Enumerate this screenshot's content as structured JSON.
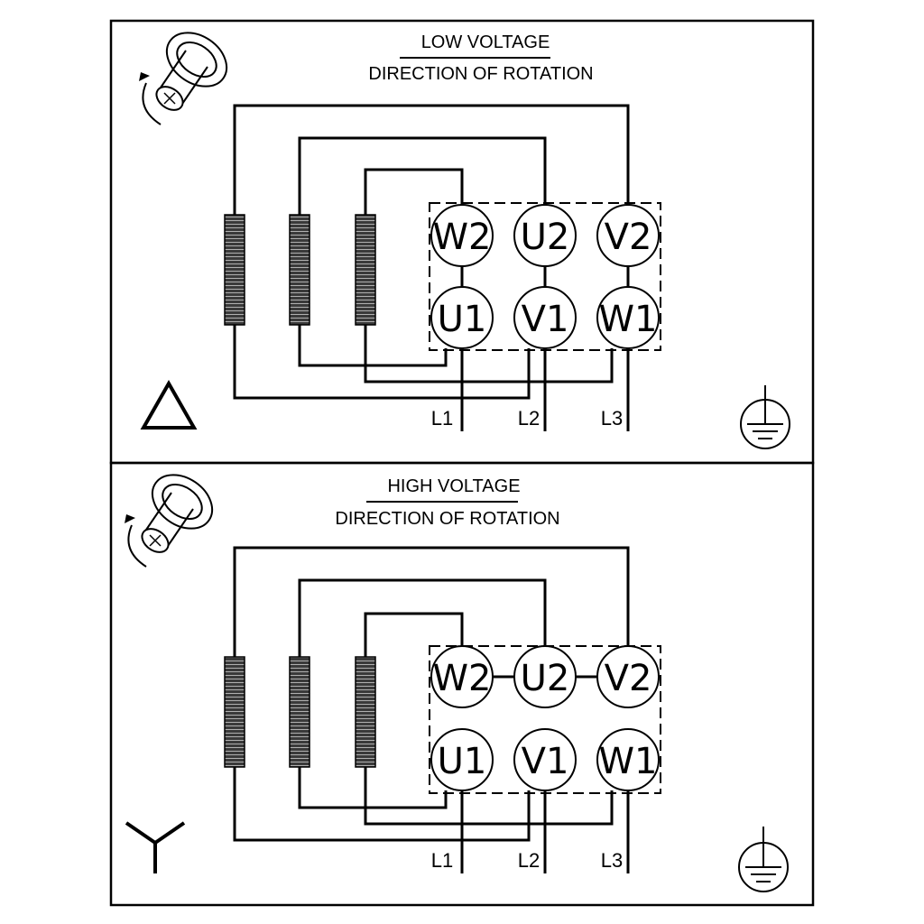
{
  "panels": [
    {
      "title": "LOW VOLTAGE",
      "subtitle": "DIRECTION OF ROTATION",
      "connection_symbol": "delta-icon",
      "terminals_top": [
        "W2",
        "U2",
        "V2"
      ],
      "terminals_bottom": [
        "U1",
        "V1",
        "W1"
      ],
      "lines": [
        "L1",
        "L2",
        "L3"
      ]
    },
    {
      "title": "HIGH VOLTAGE",
      "subtitle": "DIRECTION OF ROTATION",
      "connection_symbol": "star-icon",
      "terminals_top": [
        "W2",
        "U2",
        "V2"
      ],
      "terminals_bottom": [
        "U1",
        "V1",
        "W1"
      ],
      "lines": [
        "L1",
        "L2",
        "L3"
      ]
    }
  ],
  "colors": {
    "ink": "#000000",
    "coil": "#444444",
    "background": "#ffffff"
  }
}
